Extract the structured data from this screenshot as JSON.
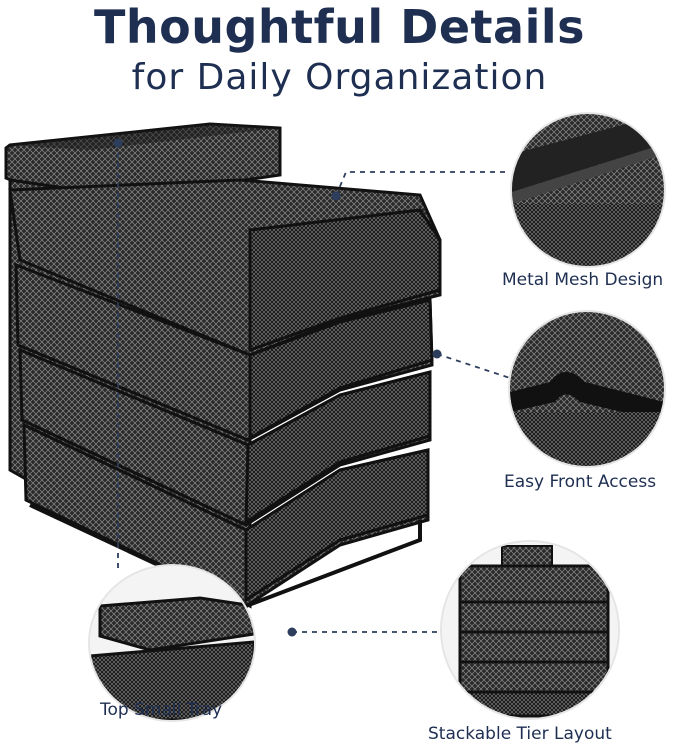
{
  "heading": {
    "title": "Thoughtful Details",
    "subtitle": "for Daily Organization"
  },
  "features": [
    {
      "label": "Metal Mesh Design",
      "icon": "mesh-detail-photo"
    },
    {
      "label": "Easy Front Access",
      "icon": "front-access-detail-photo"
    },
    {
      "label": "Top Small Tray",
      "icon": "top-tray-detail-photo"
    },
    {
      "label": "Stackable Tier Layout",
      "icon": "stackable-tiers-detail-photo"
    }
  ],
  "colors": {
    "heading": "#1e2f52",
    "connector": "#2c3e5c",
    "product": "#111111"
  }
}
